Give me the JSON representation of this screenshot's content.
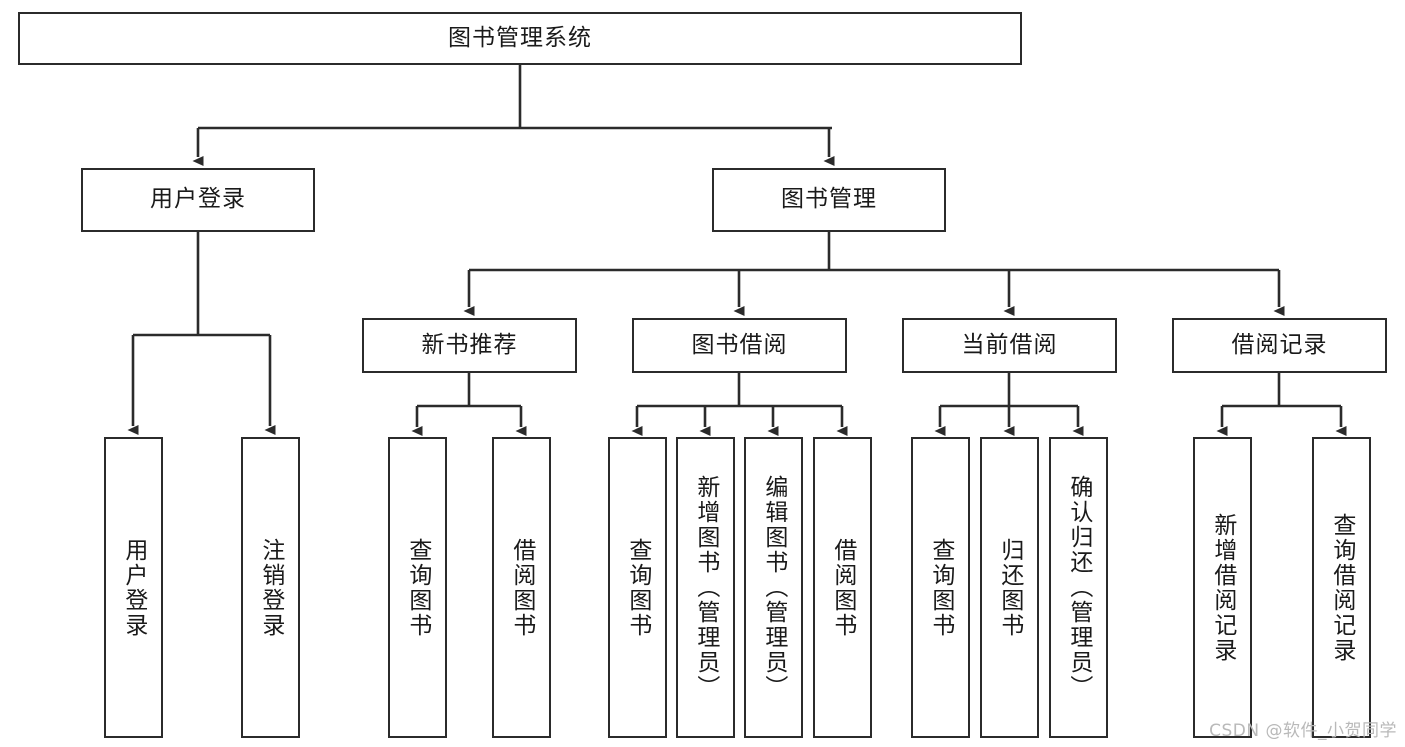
{
  "diagram": {
    "title_node": {
      "label": "图书管理系统"
    },
    "level2": [
      {
        "id": "user-login",
        "label": "用户登录"
      },
      {
        "id": "book-management",
        "label": "图书管理"
      }
    ],
    "level3": [
      {
        "id": "new-book-recommend",
        "label": "新书推荐"
      },
      {
        "id": "book-borrow",
        "label": "图书借阅"
      },
      {
        "id": "current-borrow",
        "label": "当前借阅"
      },
      {
        "id": "borrow-record",
        "label": "借阅记录"
      }
    ],
    "leaves": [
      {
        "id": "leaf-user-login",
        "label": "用户登录",
        "parent": "user-login"
      },
      {
        "id": "leaf-logout",
        "label": "注销登录",
        "parent": "user-login"
      },
      {
        "id": "leaf-query-book-1",
        "label": "查询图书",
        "parent": "new-book-recommend"
      },
      {
        "id": "leaf-borrow-book-1",
        "label": "借阅图书",
        "parent": "new-book-recommend"
      },
      {
        "id": "leaf-query-book-2",
        "label": "查询图书",
        "parent": "book-borrow"
      },
      {
        "id": "leaf-add-book",
        "label": "新增图书（管理员）",
        "parent": "book-borrow"
      },
      {
        "id": "leaf-edit-book",
        "label": "编辑图书（管理员）",
        "parent": "book-borrow"
      },
      {
        "id": "leaf-borrow-book-2",
        "label": "借阅图书",
        "parent": "book-borrow"
      },
      {
        "id": "leaf-query-book-3",
        "label": "查询图书",
        "parent": "current-borrow"
      },
      {
        "id": "leaf-return-book",
        "label": "归还图书",
        "parent": "current-borrow"
      },
      {
        "id": "leaf-confirm-return",
        "label": "确认归还（管理员）",
        "parent": "current-borrow"
      },
      {
        "id": "leaf-add-record",
        "label": "新增借阅记录",
        "parent": "borrow-record"
      },
      {
        "id": "leaf-query-record",
        "label": "查询借阅记录",
        "parent": "borrow-record"
      }
    ],
    "watermark": "CSDN @软件_小贺同学",
    "colors": {
      "stroke": "#2b2b2b",
      "fill": "#ffffff",
      "text": "#1a1a1a",
      "watermark": "#b9b9b9"
    }
  }
}
